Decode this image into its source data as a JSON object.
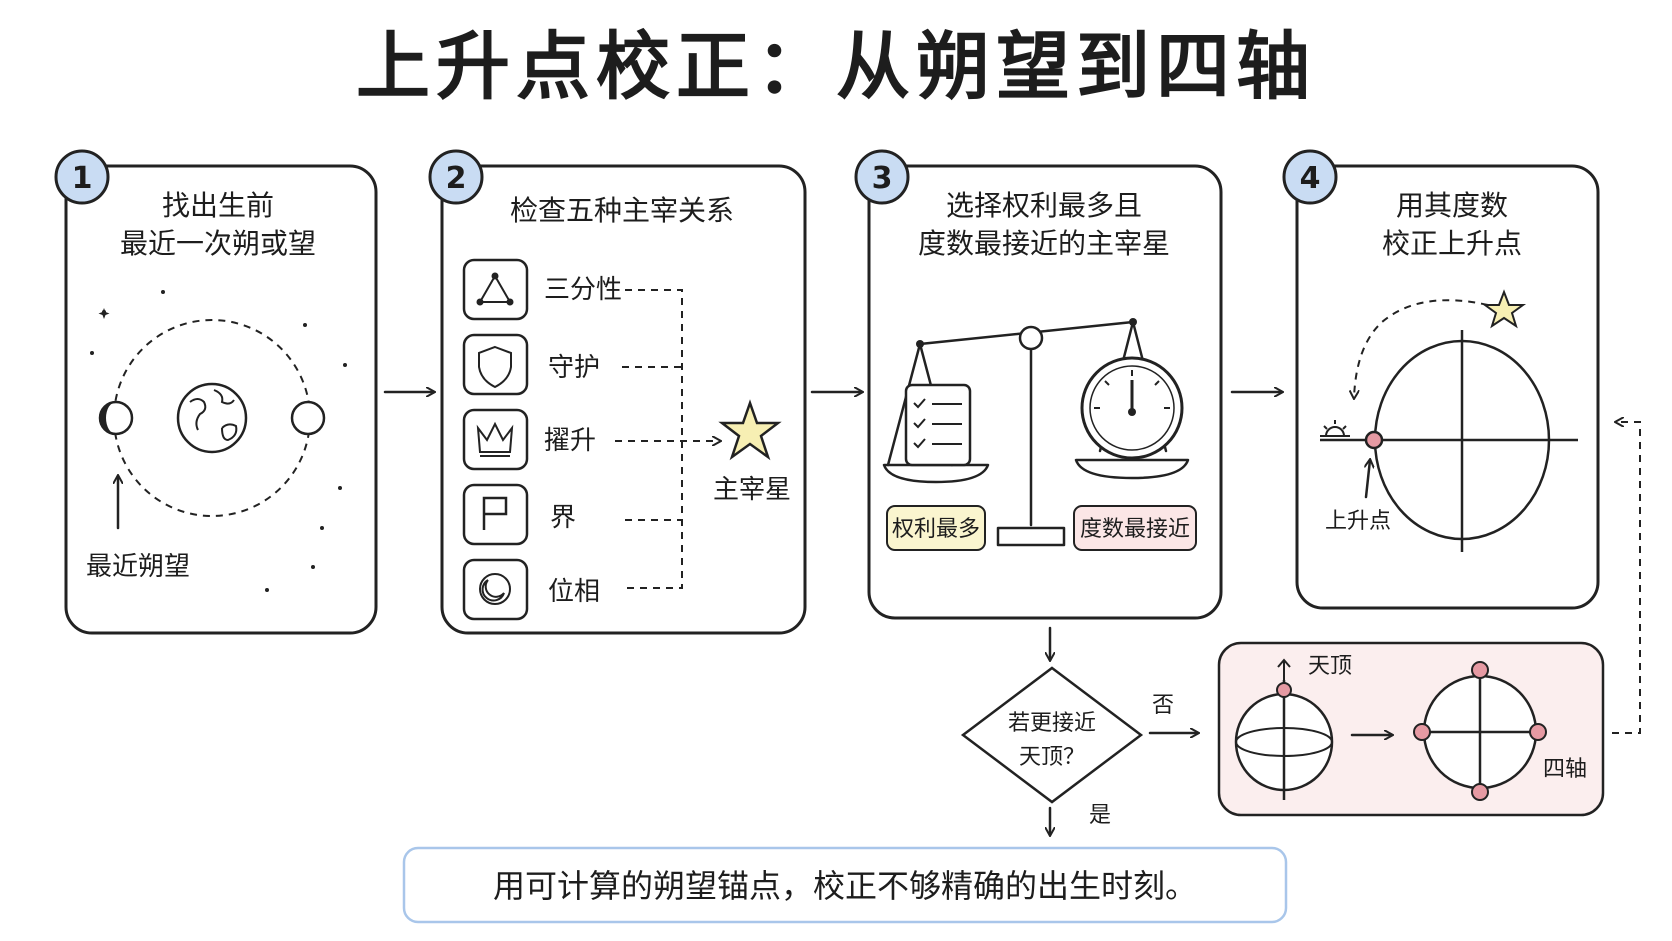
{
  "title": "上升点校正：从朔望到四轴",
  "steps": [
    {
      "number": "1",
      "line1": "找出生前",
      "line2": "最近一次朔或望"
    },
    {
      "number": "2",
      "line1": "检查五种主宰关系",
      "line2": ""
    },
    {
      "number": "3",
      "line1": "选择权利最多且",
      "line2": "度数最接近的主宰星"
    },
    {
      "number": "4",
      "line1": "用其度数",
      "line2": "校正上升点"
    }
  ],
  "panel1": {
    "recent_label": "最近朔望"
  },
  "panel2": {
    "relations": [
      {
        "label": "三分性",
        "icon": "triangle-icon"
      },
      {
        "label": "守护",
        "icon": "shield-icon"
      },
      {
        "label": "擢升",
        "icon": "crown-icon"
      },
      {
        "label": "界",
        "icon": "flag-icon"
      },
      {
        "label": "位相",
        "icon": "moon-phase-icon"
      }
    ],
    "ruler_label": "主宰星"
  },
  "panel3": {
    "left_tag": "权利最多",
    "right_tag": "度数最接近"
  },
  "panel4": {
    "asc_label": "上升点"
  },
  "decision": {
    "line1": "若更接近",
    "line2": "天顶？",
    "no": "否",
    "yes": "是"
  },
  "axes_box": {
    "mc_label": "天顶",
    "four_axes_label": "四轴"
  },
  "summary": "用可计算的朔望锚点，校正不够精确的出生时刻。",
  "colors": {
    "badge_fill": "#c9dcf3",
    "star_fill": "#f7efb3",
    "left_tag_fill": "#faf5cf",
    "right_tag_fill": "#fbe6e6",
    "axes_box_fill": "#fbeeee",
    "asc_dot": "#e69aa3",
    "summary_border": "#a9c6ea"
  }
}
